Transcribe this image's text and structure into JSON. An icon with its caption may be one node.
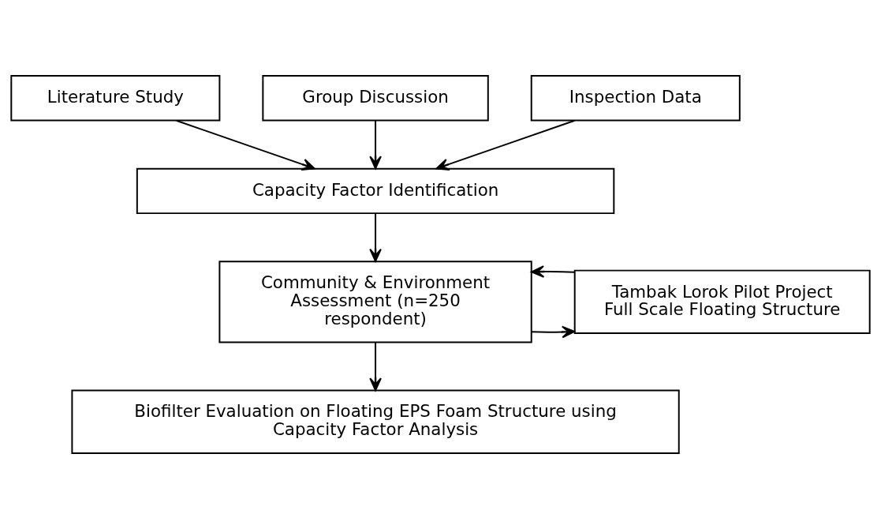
{
  "diagram": {
    "nodes": [
      {
        "text": [
          "Literature Study"
        ]
      },
      {
        "text": [
          "Group Discussion"
        ]
      },
      {
        "text": [
          "Inspection Data"
        ]
      },
      {
        "text": [
          "Capacity Factor Identification"
        ]
      },
      {
        "text": [
          "Community & Environment Assessment (n=250 respondent)"
        ]
      },
      {
        "text": [
          "Tambak Lorok Pilot Project Full Scale Floating Structure"
        ]
      },
      {
        "text": [
          "Biofilter Evaluation on Floating EPS Foam Structure using Capacity Factor Analysis"
        ]
      }
    ],
    "edges": [
      {
        "from": 0,
        "to": 3,
        "arrow": "to"
      },
      {
        "from": 1,
        "to": 3,
        "arrow": "to"
      },
      {
        "from": 2,
        "to": 3,
        "arrow": "to"
      },
      {
        "from": 3,
        "to": 4,
        "arrow": "to"
      },
      {
        "from": 4,
        "to": 5,
        "arrow": "to"
      },
      {
        "from": 5,
        "to": 4,
        "arrow": "to"
      },
      {
        "from": 4,
        "to": 6,
        "arrow": "to"
      }
    ]
  }
}
